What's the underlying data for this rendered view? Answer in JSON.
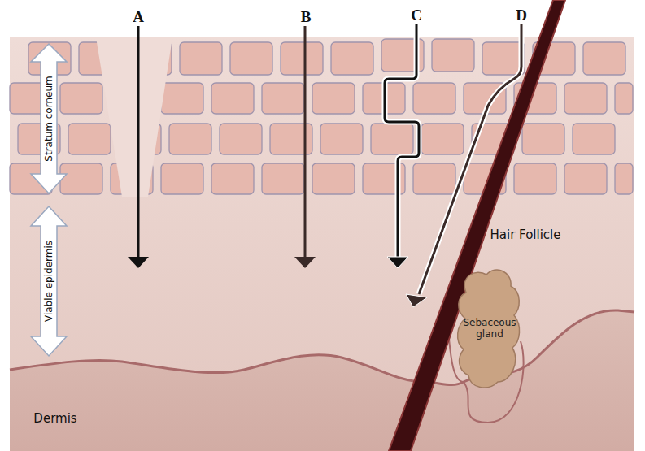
{
  "diagram": {
    "nodes": [
      {
        "text": [
          "Sebaceous gland"
        ]
      }
    ],
    "labels": [
      "A",
      "B",
      "C",
      "D",
      "Stratum corneum",
      "Viable epidermis",
      "Hair Follicle",
      "Dermis"
    ]
  }
}
